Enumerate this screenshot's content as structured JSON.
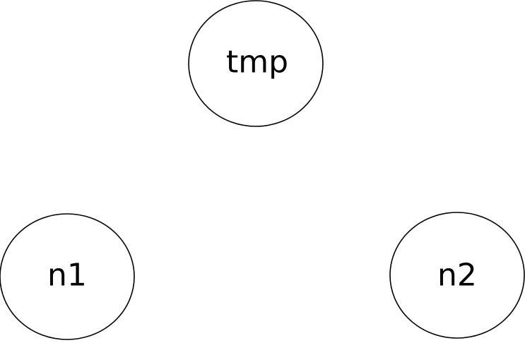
{
  "diagram": {
    "nodes": [
      {
        "id": "tmp",
        "label": "tmp"
      },
      {
        "id": "n1",
        "label": "n1"
      },
      {
        "id": "n2",
        "label": "n2"
      }
    ],
    "colors": {
      "background": "#ffffff",
      "stroke": "#000000",
      "text": "#000000"
    }
  }
}
